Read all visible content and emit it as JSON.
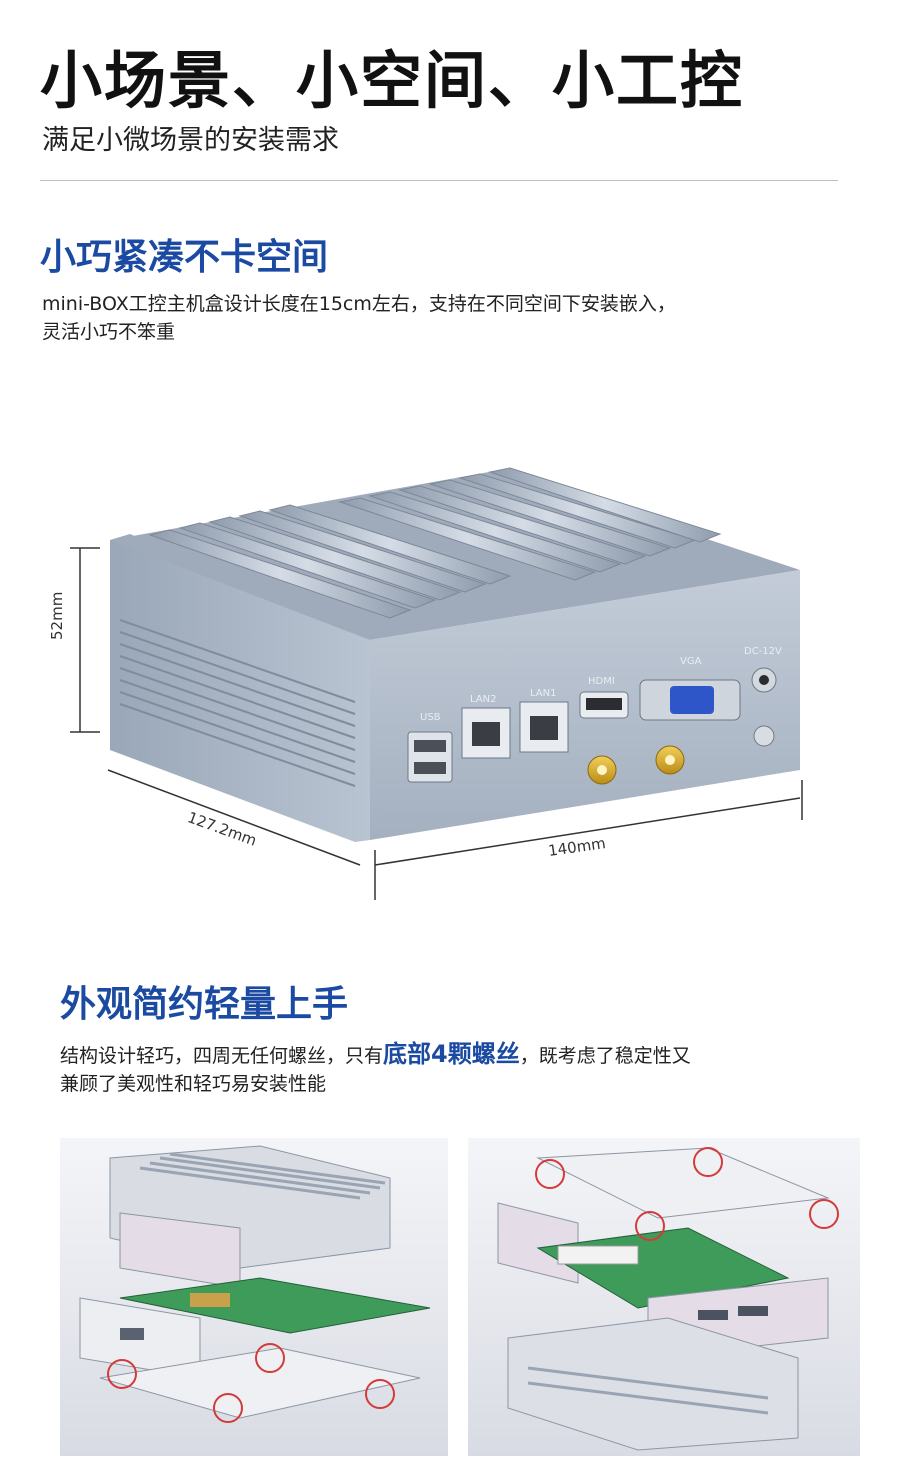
{
  "header": {
    "headline": "小场景、小空间、小工控",
    "subhead": "满足小微场景的安装需求"
  },
  "section1": {
    "title": "小巧紧凑不卡空间",
    "line1": "mini-BOX工控主机盒设计长度在15cm左右，支持在不同空间下安装嵌入，",
    "line2": "灵活小巧不笨重"
  },
  "product": {
    "dim_height": "52mm",
    "dim_depth": "127.2mm",
    "dim_width": "140mm",
    "ports": {
      "usb": "USB",
      "lan2": "LAN2",
      "lan1": "LAN1",
      "hdmi": "HDMI",
      "vga": "VGA",
      "dc": "DC-12V"
    },
    "colors": {
      "chassis": "#a9b6c6",
      "accent_gold": "#d4a62a",
      "vga_blue": "#2f56c9"
    }
  },
  "section2": {
    "title": "外观简约轻量上手",
    "text_before": "结构设计轻巧，四周无任何螺丝，只有",
    "text_highlight": "底部4颗螺丝",
    "text_after": "，既考虑了稳定性又",
    "line2": "兼顾了美观性和轻巧易安装性能"
  }
}
